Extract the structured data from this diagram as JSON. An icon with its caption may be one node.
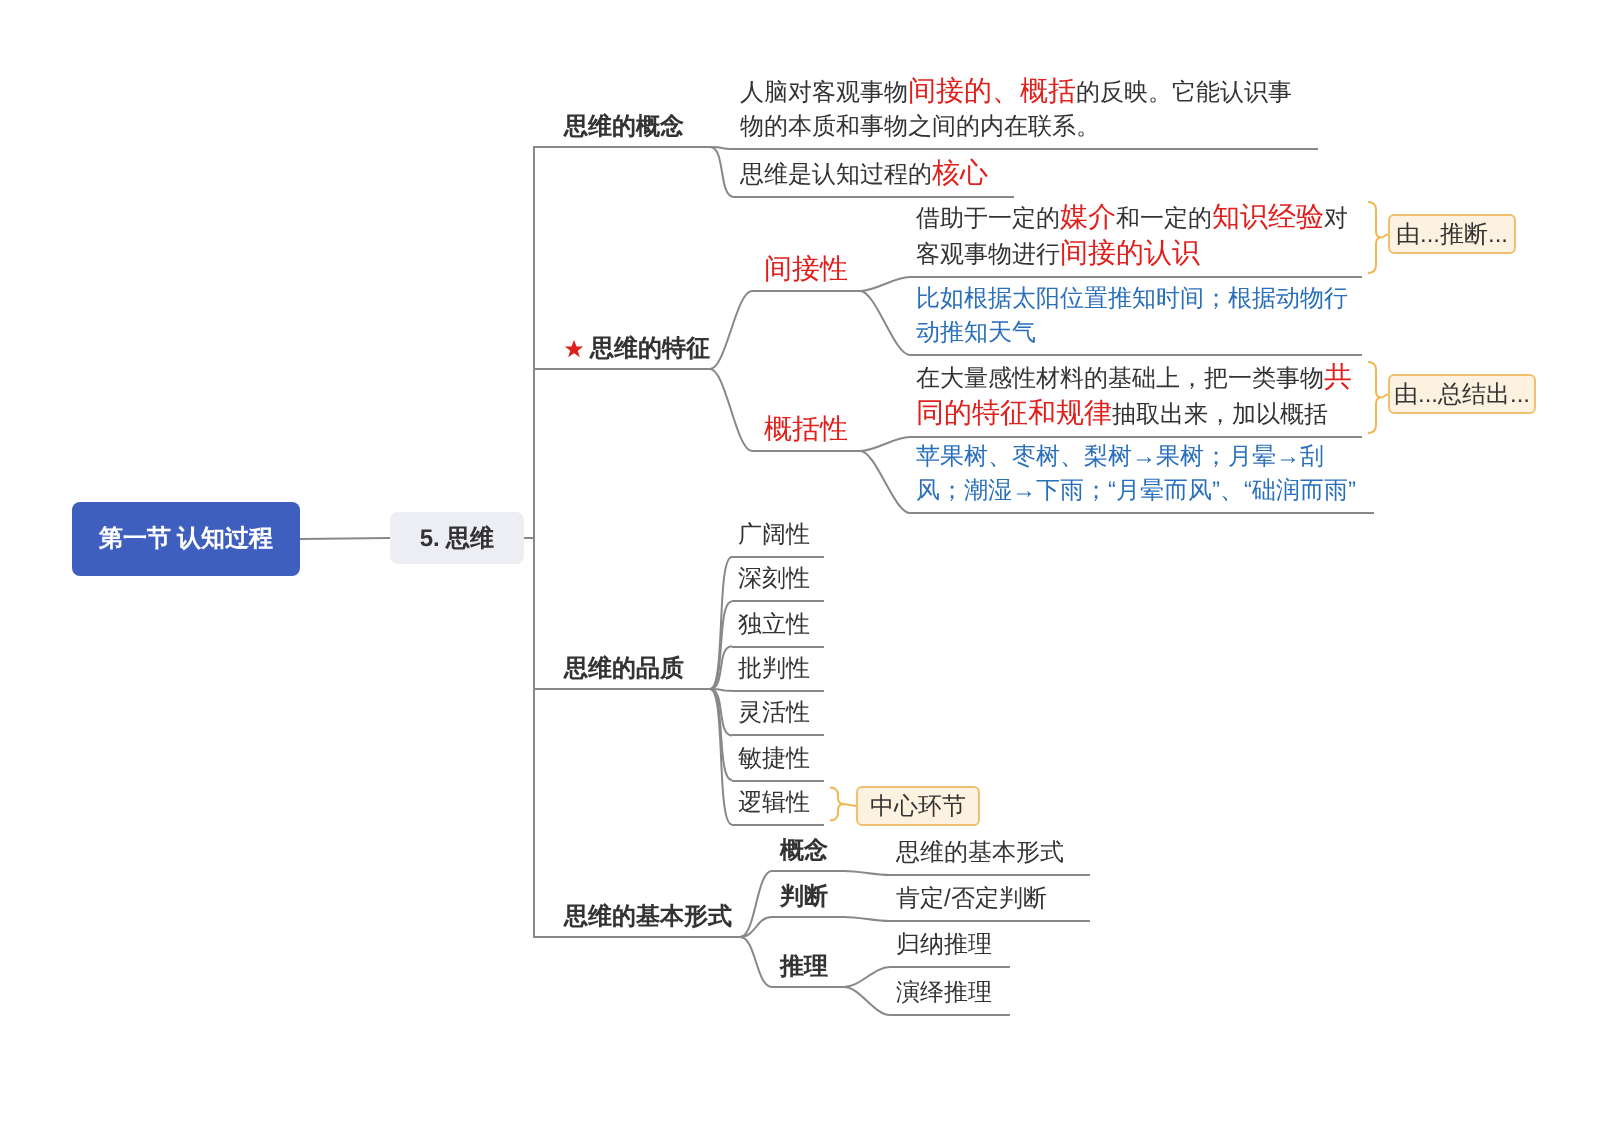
{
  "diagram": {
    "nodes": [
      {
        "text": [
          "第一节 认知过程"
        ]
      },
      {
        "text": [
          "5. 思维"
        ]
      },
      {
        "text": [
          "思维的概念"
        ]
      },
      {
        "text": [
          "人脑对客观事物**间接的、概括**的反映。它能认识事物的本质和事物之间的内在联系。"
        ]
      },
      {
        "text": [
          "思维是认知过程的**核心**"
        ]
      },
      {
        "text": [
          "思维的特征"
        ]
      },
      {
        "text": [
          "间接性"
        ]
      },
      {
        "text": [
          "借助于一定的**媒介**和一定的**知识经验**对客观事物进行**间接的认识**"
        ]
      },
      {
        "text": [
          "比如根据太阳位置推知时间；根据动物行动推知天气"
        ]
      },
      {
        "text": [
          "由...推断..."
        ]
      },
      {
        "text": [
          "概括性"
        ]
      },
      {
        "text": [
          "在大量感性材料的基础上，把一类事物**共同的特征和规律**抽取出来，加以概括"
        ]
      },
      {
        "text": [
          "苹果树、枣树、梨树→果树；月晕→刮风；潮湿→下雨；“月晕而风”、“础润而雨”"
        ]
      },
      {
        "text": [
          "由...总结出..."
        ]
      },
      {
        "text": [
          "思维的品质"
        ]
      },
      {
        "text": [
          "广阔性"
        ]
      },
      {
        "text": [
          "深刻性"
        ]
      },
      {
        "text": [
          "独立性"
        ]
      },
      {
        "text": [
          "批判性"
        ]
      },
      {
        "text": [
          "灵活性"
        ]
      },
      {
        "text": [
          "敏捷性"
        ]
      },
      {
        "text": [
          "逻辑性"
        ]
      },
      {
        "text": [
          "中心环节"
        ]
      },
      {
        "text": [
          "思维的基本形式"
        ]
      },
      {
        "text": [
          "概念"
        ]
      },
      {
        "text": [
          "思维的基本形式"
        ]
      },
      {
        "text": [
          "判断"
        ]
      },
      {
        "text": [
          "肯定/否定判断"
        ]
      },
      {
        "text": [
          "推理"
        ]
      },
      {
        "text": [
          "归纳推理"
        ]
      },
      {
        "text": [
          "演绎推理"
        ]
      }
    ],
    "edges": [
      {
        "from": 0,
        "to": 1,
        "arrow": "none"
      },
      {
        "from": 1,
        "to": 2,
        "arrow": "none"
      },
      {
        "from": 1,
        "to": 5,
        "arrow": "none"
      },
      {
        "from": 1,
        "to": 14,
        "arrow": "none"
      },
      {
        "from": 1,
        "to": 23,
        "arrow": "none"
      },
      {
        "from": 2,
        "to": 3,
        "arrow": "none"
      },
      {
        "from": 2,
        "to": 4,
        "arrow": "none"
      },
      {
        "from": 5,
        "to": 6,
        "arrow": "none"
      },
      {
        "from": 5,
        "to": 10,
        "arrow": "none"
      },
      {
        "from": 6,
        "to": 7,
        "arrow": "none"
      },
      {
        "from": 6,
        "to": 8,
        "arrow": "none"
      },
      {
        "from": 7,
        "to": 9,
        "arrow": "none",
        "color": "#f0b850"
      },
      {
        "from": 10,
        "to": 11,
        "arrow": "none"
      },
      {
        "from": 10,
        "to": 12,
        "arrow": "none"
      },
      {
        "from": 11,
        "to": 13,
        "arrow": "none",
        "color": "#f0b850"
      },
      {
        "from": 14,
        "to": 15,
        "arrow": "none"
      },
      {
        "from": 14,
        "to": 16,
        "arrow": "none"
      },
      {
        "from": 14,
        "to": 17,
        "arrow": "none"
      },
      {
        "from": 14,
        "to": 18,
        "arrow": "none"
      },
      {
        "from": 14,
        "to": 19,
        "arrow": "none"
      },
      {
        "from": 14,
        "to": 20,
        "arrow": "none"
      },
      {
        "from": 14,
        "to": 21,
        "arrow": "none"
      },
      {
        "from": 21,
        "to": 22,
        "arrow": "none",
        "color": "#f0b850"
      },
      {
        "from": 23,
        "to": 24,
        "arrow": "none"
      },
      {
        "from": 24,
        "to": 25,
        "arrow": "none"
      },
      {
        "from": 23,
        "to": 26,
        "arrow": "none"
      },
      {
        "from": 26,
        "to": 27,
        "arrow": "none"
      },
      {
        "from": 23,
        "to": 28,
        "arrow": "none"
      },
      {
        "from": 28,
        "to": 29,
        "arrow": "none"
      },
      {
        "from": 28,
        "to": 30,
        "arrow": "none"
      }
    ]
  }
}
